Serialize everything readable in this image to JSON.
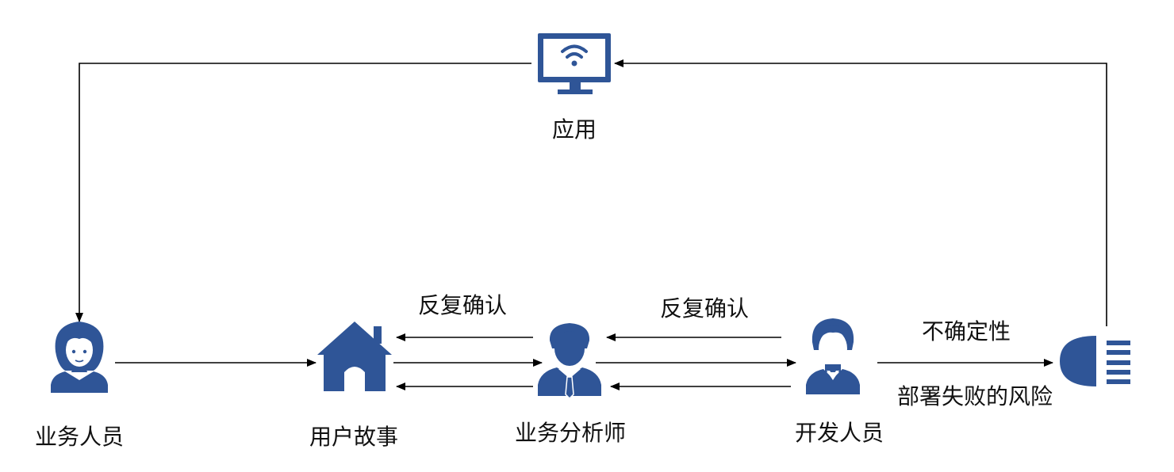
{
  "colors": {
    "icon": "#2f5597",
    "line": "#000000",
    "text": "#111111",
    "background": "#ffffff"
  },
  "nodes": {
    "app": {
      "label": "应用",
      "icon": "monitor-wifi-icon"
    },
    "business_staff": {
      "label": "业务人员",
      "icon": "female-user-icon"
    },
    "user_story": {
      "label": "用户故事",
      "icon": "house-icon"
    },
    "business_analyst": {
      "label": "业务分析师",
      "icon": "male-businessman-icon"
    },
    "developer": {
      "label": "开发人员",
      "icon": "male-user-icon"
    },
    "deploy": {
      "icon": "headlight-icon"
    }
  },
  "edges": {
    "confirm_left": "反复确认",
    "confirm_right": "反复确认",
    "uncertainty": "不确定性",
    "deploy_risk": "部署失败的风险"
  }
}
